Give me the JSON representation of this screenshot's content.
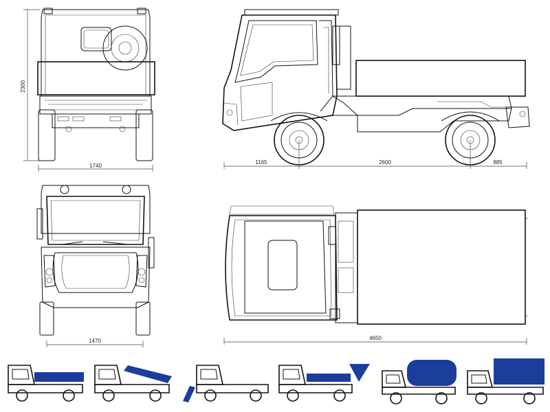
{
  "dimensions": {
    "height": "2300",
    "rear_width": "1740",
    "front_overhang": "1165",
    "wheelbase": "2600",
    "rear_overhang": "885",
    "front_track": "1470",
    "overall_length": "4650"
  },
  "colors": {
    "line": "#111111",
    "accent": "#1b3d9c",
    "background": "#ffffff"
  },
  "variants": [
    {
      "name": "flatbed"
    },
    {
      "name": "tipper"
    },
    {
      "name": "tilt-tray"
    },
    {
      "name": "hooklift-hopper"
    },
    {
      "name": "tanker"
    },
    {
      "name": "box-body"
    }
  ]
}
